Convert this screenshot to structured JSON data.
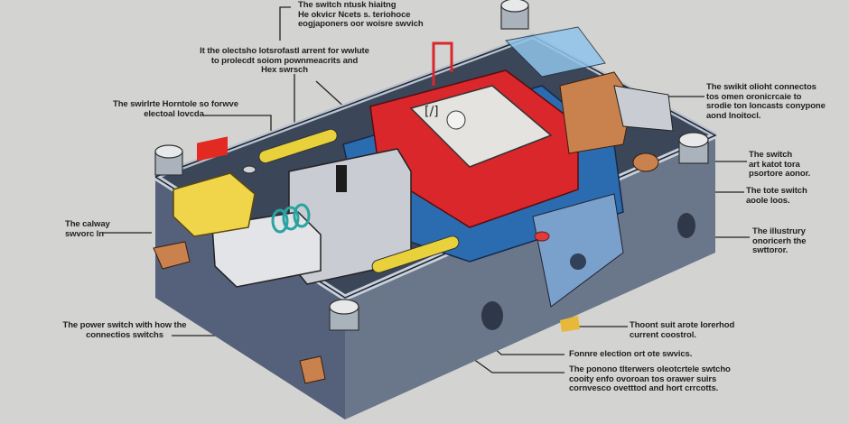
{
  "title": "Electrical switch cutaway illustration",
  "colors": {
    "background": "#d3d3d1",
    "housing": "#5f6b7d",
    "interior": "#3b4658",
    "red_block": "#d9272b",
    "yellow": "#f0d44a",
    "copper": "#c9824e"
  },
  "callouts": [
    {
      "id": "top",
      "lines": [
        "The switch ntusk hiaitng",
        "He okvicr Ncets s. teriohoce",
        "eogjaponers oor woisre swvich"
      ]
    },
    {
      "id": "top-center",
      "lines": [
        "It the olectsho lotsrofastl arrent for wwlute",
        "to prolecdt soiom pownmeacrits and",
        "Hex swrsch"
      ]
    },
    {
      "id": "left-upper",
      "lines": [
        "The swirlrte Horntole so forwve",
        "electoal lovcda"
      ]
    },
    {
      "id": "left-middle",
      "lines": [
        "The calway",
        "swvorc ln"
      ]
    },
    {
      "id": "left-lower",
      "lines": [
        "The power switch with how the",
        "connectios switchs"
      ]
    },
    {
      "id": "right-top",
      "lines": [
        "The swikit olioht connectos",
        "tos omen oronicrcaie to",
        "srodie ton loncasts conypone",
        "aond Inoitocl."
      ]
    },
    {
      "id": "right-2",
      "lines": [
        "The switch",
        "art katot tora",
        "psortore aonor."
      ]
    },
    {
      "id": "right-3",
      "lines": [
        "The tote switch",
        "aoole loos."
      ]
    },
    {
      "id": "right-4",
      "lines": [
        "The illustrury",
        "onoricerh the",
        "swttoror."
      ]
    },
    {
      "id": "bottom-1",
      "lines": [
        "Thoont suit arote Iorerhod",
        "current coostrol."
      ]
    },
    {
      "id": "bottom-2",
      "lines": [
        "Fonnre election ort ote swvics."
      ]
    },
    {
      "id": "bottom-3",
      "lines": [
        "The ponono tlterwers oleotcrtele swtcho",
        "cooity enfo ovoroan tos orawer suirs",
        "cornvesco ovetttod and hort crrcotts."
      ]
    }
  ]
}
